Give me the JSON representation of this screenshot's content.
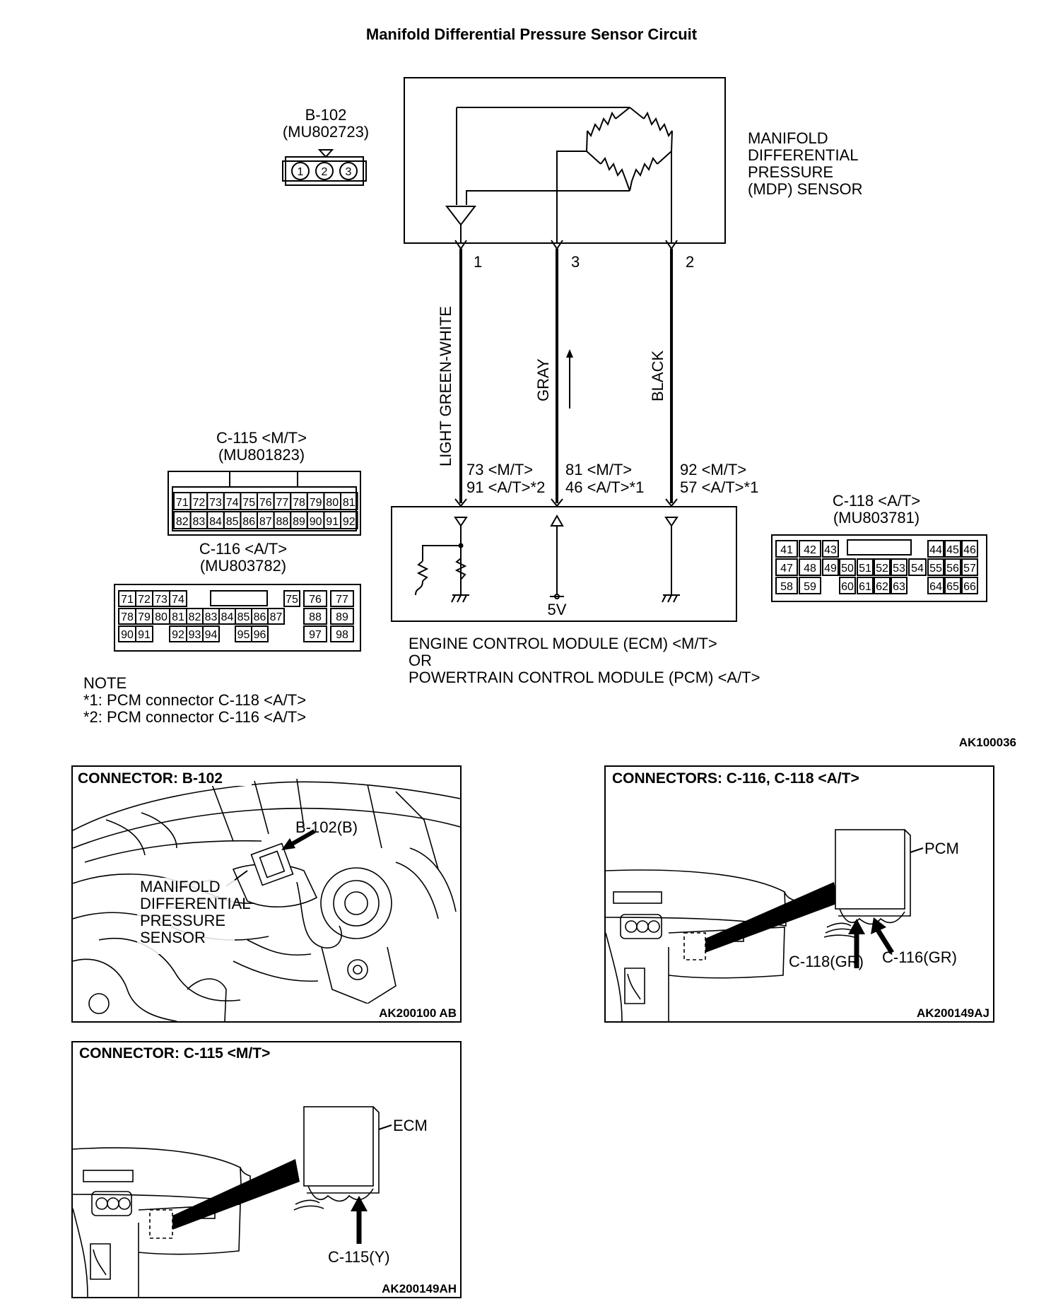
{
  "title": "Manifold Differential Pressure Sensor Circuit",
  "sensor": {
    "connector_id": "B-102",
    "connector_part": "(MU802723)",
    "connector_pins": [
      "1",
      "2",
      "3"
    ],
    "label_lines": [
      "MANIFOLD",
      "DIFFERENTIAL",
      "PRESSURE",
      "(MDP) SENSOR"
    ]
  },
  "wires": [
    {
      "pin": "1",
      "color": "LIGHT GREEN-WHITE",
      "term1": "73 <M/T>",
      "term2": "91 <A/T>*2"
    },
    {
      "pin": "3",
      "color": "GRAY",
      "term1": "81 <M/T>",
      "term2": "46 <A/T>*1"
    },
    {
      "pin": "2",
      "color": "BLACK",
      "term1": "92 <M/T>",
      "term2": "57 <A/T>*1"
    }
  ],
  "module": {
    "supply": "5V",
    "label_lines": [
      "ENGINE CONTROL MODULE (ECM) <M/T>",
      "OR",
      "POWERTRAIN CONTROL MODULE (PCM) <A/T>"
    ]
  },
  "c115": {
    "id": "C-115 <M/T>",
    "part": "(MU801823)",
    "row1": [
      "71",
      "72",
      "73",
      "74",
      "75",
      "76",
      "77",
      "78",
      "79",
      "80",
      "81"
    ],
    "row2": [
      "82",
      "83",
      "84",
      "85",
      "86",
      "87",
      "88",
      "89",
      "90",
      "91",
      "92"
    ]
  },
  "c116": {
    "id": "C-116 <A/T>",
    "part": "(MU803782)",
    "row1": [
      "71",
      "72",
      "73",
      "74",
      "",
      "",
      "",
      "",
      "75",
      "76",
      "77"
    ],
    "row2": [
      "78",
      "79",
      "80",
      "81",
      "82",
      "83",
      "84",
      "85",
      "86",
      "87",
      "88",
      "89"
    ],
    "row3": [
      "90",
      "91",
      "",
      "92",
      "93",
      "94",
      "",
      "95",
      "96",
      "",
      "97",
      "98"
    ]
  },
  "c118": {
    "id": "C-118 <A/T>",
    "part": "(MU803781)",
    "row1": [
      "41",
      "42",
      "43",
      "",
      "",
      "",
      "",
      "",
      "44",
      "45",
      "46"
    ],
    "row2": [
      "47",
      "48",
      "49",
      "50",
      "51",
      "52",
      "53",
      "54",
      "55",
      "56",
      "57"
    ],
    "row3": [
      "58",
      "59",
      "",
      "60",
      "61",
      "62",
      "63",
      "",
      "64",
      "65",
      "66"
    ]
  },
  "note": {
    "heading": "NOTE",
    "lines": [
      "*1: PCM connector C-118 <A/T>",
      "*2: PCM connector C-116 <A/T>"
    ]
  },
  "diagram_code": "AK100036",
  "panels": {
    "b102": {
      "title": "CONNECTOR: B-102",
      "callout": "B-102(B)",
      "label_lines": [
        "MANIFOLD",
        "DIFFERENTIAL",
        "PRESSURE",
        "SENSOR"
      ],
      "code": "AK200100 AB"
    },
    "c116_118": {
      "title": "CONNECTORS: C-116, C-118 <A/T>",
      "module": "PCM",
      "conn_a": "C-118(GR)",
      "conn_b": "C-116(GR)",
      "code": "AK200149AJ"
    },
    "c115": {
      "title": "CONNECTOR: C-115 <M/T>",
      "module": "ECM",
      "conn": "C-115(Y)",
      "code": "AK200149AH"
    }
  }
}
